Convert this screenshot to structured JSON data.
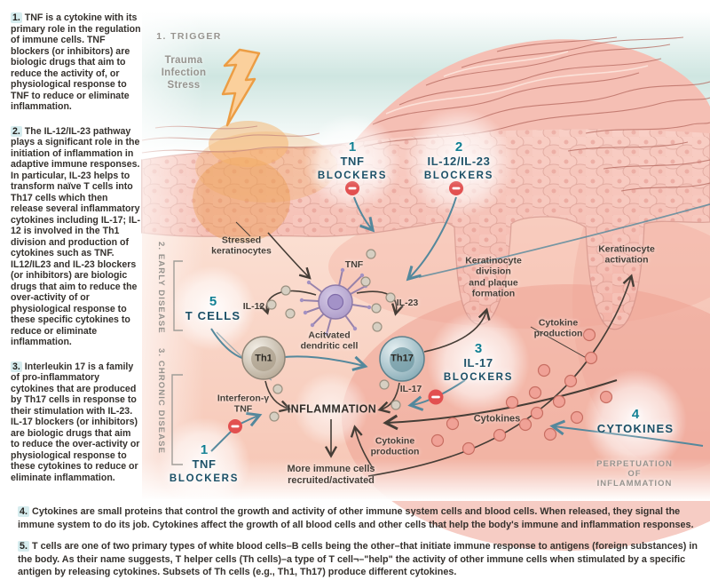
{
  "sidebar": {
    "items": [
      {
        "num": "1.",
        "text": "TNF is a cytokine with its primary role in the regulation of immune cells. TNF blockers (or inhibitors) are biologic drugs that aim to reduce the activity of, or physiological response to TNF to reduce or eliminate inflammation."
      },
      {
        "num": "2.",
        "text": "The IL-12/IL-23 pathway plays a significant role in the initiation of inflammation in adaptive immune responses. In particular, IL-23 helps to transform naïve T cells into Th17 cells which then release several inflammatory cytokines including IL-17; IL-12 is involved in the Th1 division and production of cytokines such as TNF. IL12/IL23 and IL-23 blockers (or inhibitors) are biologic drugs that aim to reduce the over-activity of or physiological response to these specific cytokines to reduce or eliminate inflammation."
      },
      {
        "num": "3.",
        "text": "Interleukin 17 is a family of pro-inflammatory cytokines that are produced by Th17 cells in response to their stimulation with IL-23. IL-17 blockers (or inhibitors) are biologic drugs that aim to reduce the over-activity or physiological response to these cytokines to reduce or eliminate inflammation."
      }
    ]
  },
  "footnotes": {
    "items": [
      {
        "num": "4.",
        "text": "Cytokines are small proteins that control the growth and activity of other immune system cells and blood cells. When released, they signal the immune system to do its job. Cytokines affect the growth of all blood cells and other cells that help the body's immune and inflammation responses."
      },
      {
        "num": "5.",
        "text": "T cells are one of two primary types of white blood cells–B cells being the other–that initiate immune response to antigens (foreign substances) in the body. As their name suggests, T helper cells (Th cells)–a type of T cell¬–\"help\" the activity of other immune cells when stimulated by a specific antigen by releasing cytokines. Subsets of Th cells (e.g., Th1, Th17) produce different cytokines."
      }
    ]
  },
  "diagram": {
    "stages": {
      "trigger": "1. TRIGGER",
      "early": "2. EARLY DISEASE",
      "chronic": "3. CHRONIC DISEASE"
    },
    "trigger_causes": "Trauma\nInfection\nStress",
    "callouts": {
      "tnf_top": {
        "num": "1",
        "line1": "TNF",
        "line2": "BLOCKERS"
      },
      "il1223": {
        "num": "2",
        "line1": "IL-12/IL-23",
        "line2": "BLOCKERS"
      },
      "il17": {
        "num": "3",
        "line1": "IL-17",
        "line2": "BLOCKERS"
      },
      "cytokines": {
        "num": "4",
        "label": "CYTOKINES"
      },
      "tcells": {
        "num": "5",
        "label": "T CELLS"
      },
      "tnf_bottom": {
        "num": "1",
        "line1": "TNF",
        "line2": "BLOCKERS"
      }
    },
    "labels": {
      "stressed_keratinocytes": "Stressed\nkeratinocytes",
      "tnf": "TNF",
      "il12": "IL-12",
      "il23": "IL-23",
      "dendritic": "Acitvated\ndendritic cell",
      "th1": "Th1",
      "th17": "Th17",
      "keratinocyte_division": "Keratinocyte\ndivision\nand plaque\nformation",
      "keratinocyte_activation": "Keratinocyte\nactivation",
      "cytokine_production_right": "Cytokine\nproduction",
      "cytokine_production_mid": "Cytokine\nproduction",
      "interferon": "Interferon-γ\nTNF",
      "inflammation": "INFLAMMATION",
      "il17_small": "IL-17",
      "cytokines_small": "Cytokines",
      "more_immune": "More immune cells\nrecruited/activated",
      "perpetuation": "PERPETUATION OF\nINFLAMMATION"
    },
    "colors": {
      "accent_teal": "#0d7e92",
      "label_navy": "#1a4f66",
      "grey_label": "#97948f",
      "blocked_red": "#e25050",
      "arrow_teal": "#54889c",
      "arrow_dark": "#453d36",
      "skin_pink": "#f4b6aa",
      "sky_teal": "#cfe6e1",
      "lightning_orange": "#ec9d44"
    }
  }
}
